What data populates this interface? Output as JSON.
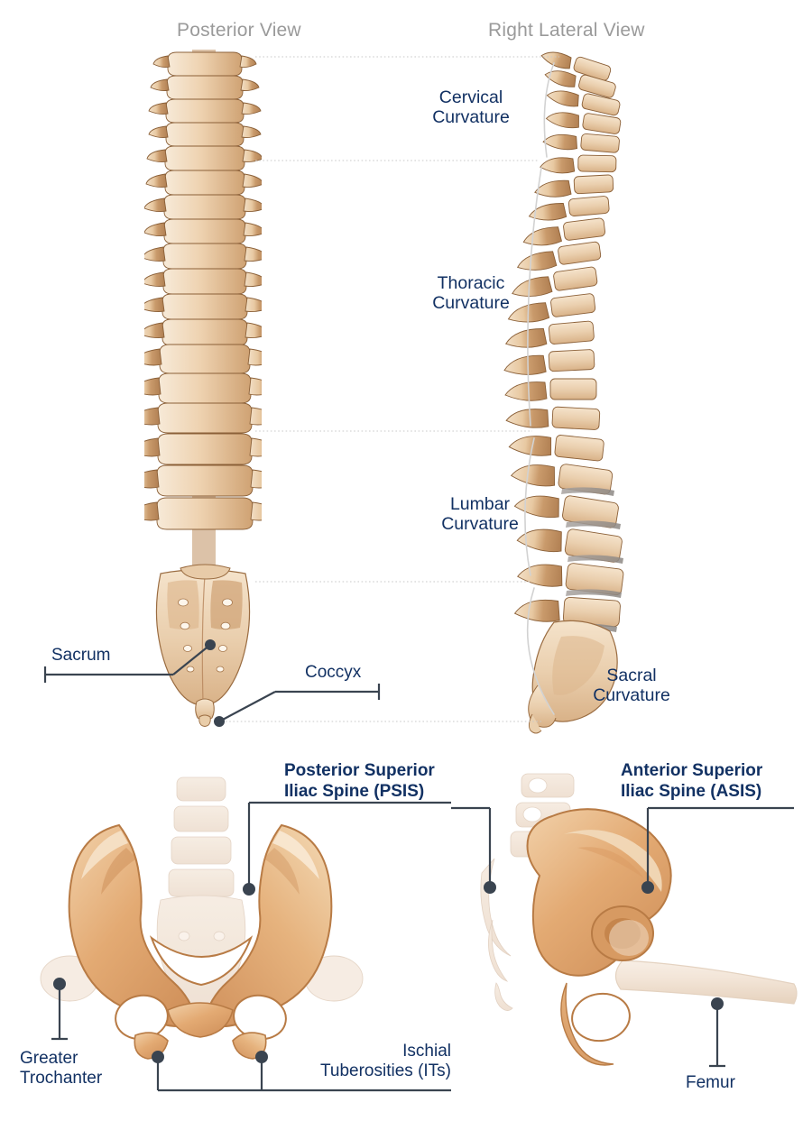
{
  "figure": {
    "title": "Spine and Pelvis Anatomy Diagram",
    "background_color": "#ffffff",
    "label_color": "#123163",
    "view_title_color": "#9a9a9a",
    "leader_color": "#3a4450",
    "dotted_guide_color": "#c9c9c9"
  },
  "spine_panel": {
    "view_titles": {
      "posterior": "Posterior View",
      "lateral": "Right Lateral View"
    },
    "curvature_labels": [
      {
        "line1": "Cervical",
        "line2": "Curvature"
      },
      {
        "line1": "Thoracic",
        "line2": "Curvature"
      },
      {
        "line1": "Lumbar",
        "line2": "Curvature"
      },
      {
        "line1": "Sacral",
        "line2": "Curvature"
      }
    ],
    "callouts": [
      {
        "label": "Sacrum"
      },
      {
        "label": "Coccyx"
      }
    ]
  },
  "pelvis_panel": {
    "callouts": [
      {
        "line1": "Posterior Superior",
        "line2": "Iliac Spine (PSIS)",
        "bold": true
      },
      {
        "line1": "Anterior Superior",
        "line2": "Iliac Spine (ASIS)",
        "bold": true
      },
      {
        "line1": "Greater",
        "line2": "Trochanter",
        "bold": false
      },
      {
        "line1": "Ischial",
        "line2": "Tuberosities (ITs)",
        "bold": false
      },
      {
        "line1": "Femur",
        "line2": "",
        "bold": false
      }
    ]
  }
}
